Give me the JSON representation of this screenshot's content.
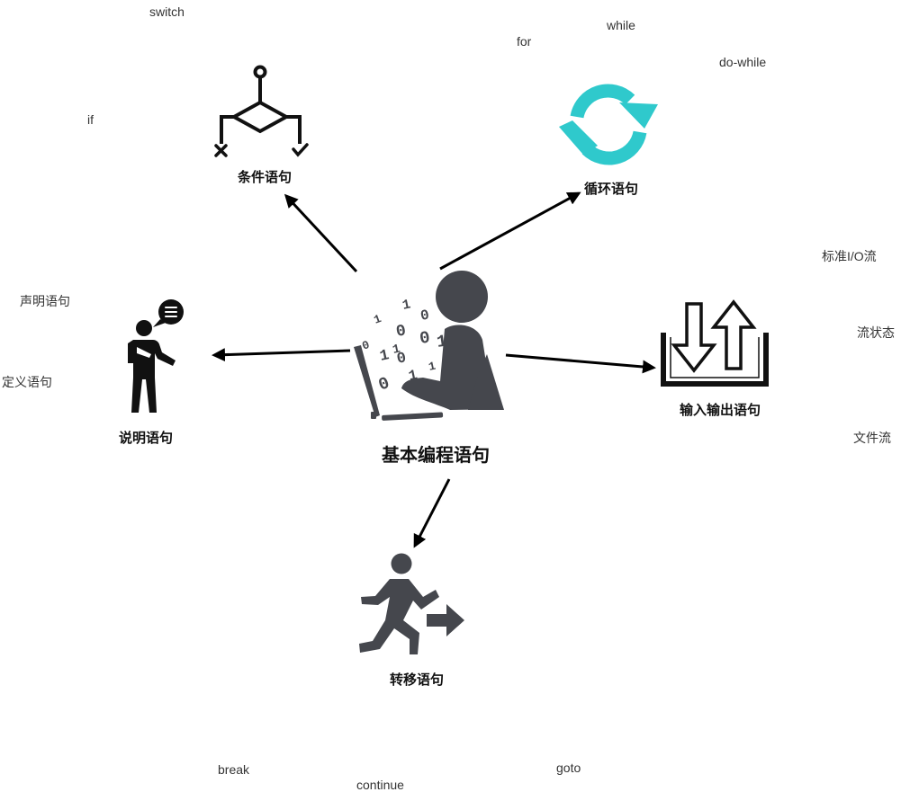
{
  "center": {
    "title": "基本编程语句"
  },
  "nodes": {
    "conditional": {
      "title": "条件语句",
      "items": [
        "switch",
        "if"
      ]
    },
    "loop": {
      "title": "循环语句",
      "items": [
        "for",
        "while",
        "do-while"
      ]
    },
    "declaration": {
      "title": "说明语句",
      "items": [
        "声明语句",
        "定义语句"
      ]
    },
    "io": {
      "title": "输入输出语句",
      "items": [
        "标准I/O流",
        "流状态",
        "文件流"
      ]
    },
    "jump": {
      "title": "转移语句",
      "items": [
        "break",
        "continue",
        "goto"
      ]
    }
  },
  "binary_glyphs": [
    "1",
    "0",
    "1",
    "0",
    "0",
    "1",
    "0",
    "1",
    "0",
    "1",
    "1",
    "0",
    "1"
  ],
  "colors": {
    "icon_dark": "#45474d",
    "loop_accent": "#2fc9cc",
    "arrow": "#000000",
    "text": "#333333"
  },
  "icons": {
    "center": "programmer-at-laptop-icon",
    "conditional": "decision-flowchart-icon",
    "loop": "refresh-cycle-icon",
    "declaration": "speaking-person-icon",
    "io": "upload-download-icon",
    "jump": "running-exit-icon"
  }
}
